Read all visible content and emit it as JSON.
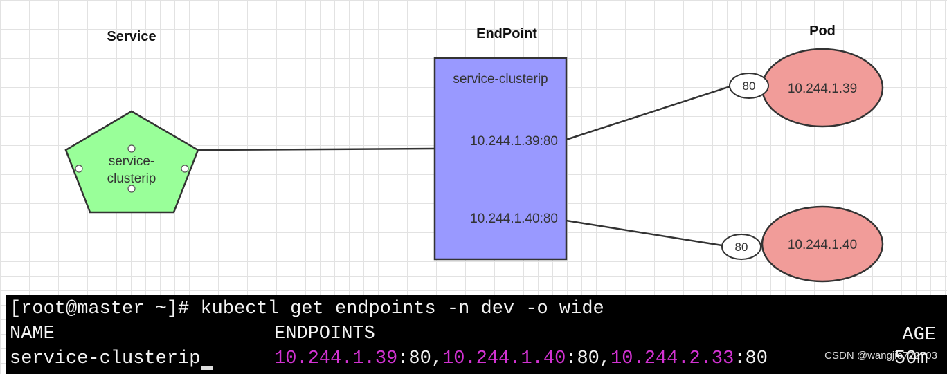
{
  "headings": {
    "service": "Service",
    "endpoint": "EndPoint",
    "pod": "Pod"
  },
  "service_node": {
    "line1": "service-",
    "line2": "clusterip",
    "color": "#99ff99"
  },
  "endpoint_box": {
    "name": "service-clusterip",
    "entries": [
      "10.244.1.39:80",
      "10.244.1.40:80"
    ],
    "color": "#9999ff"
  },
  "pods": [
    {
      "port": "80",
      "ip": "10.244.1.39"
    },
    {
      "port": "80",
      "ip": "10.244.1.40"
    }
  ],
  "pod_color": "#f19c99",
  "terminal": {
    "command": "[root@master ~]# kubectl get endpoints -n dev -o wide",
    "headers": {
      "name": "NAME",
      "endpoints": "ENDPOINTS",
      "age": "AGE"
    },
    "row": {
      "name": "service-clusterip",
      "ip1": "10.244.1.39",
      "port1": ":80,",
      "ip2": "10.244.1.40",
      "port2": ":80,",
      "ip3": "10.244.2.33",
      "port3": ":80",
      "age": "50m"
    }
  },
  "watermark": "CSDN @wangjie722703"
}
